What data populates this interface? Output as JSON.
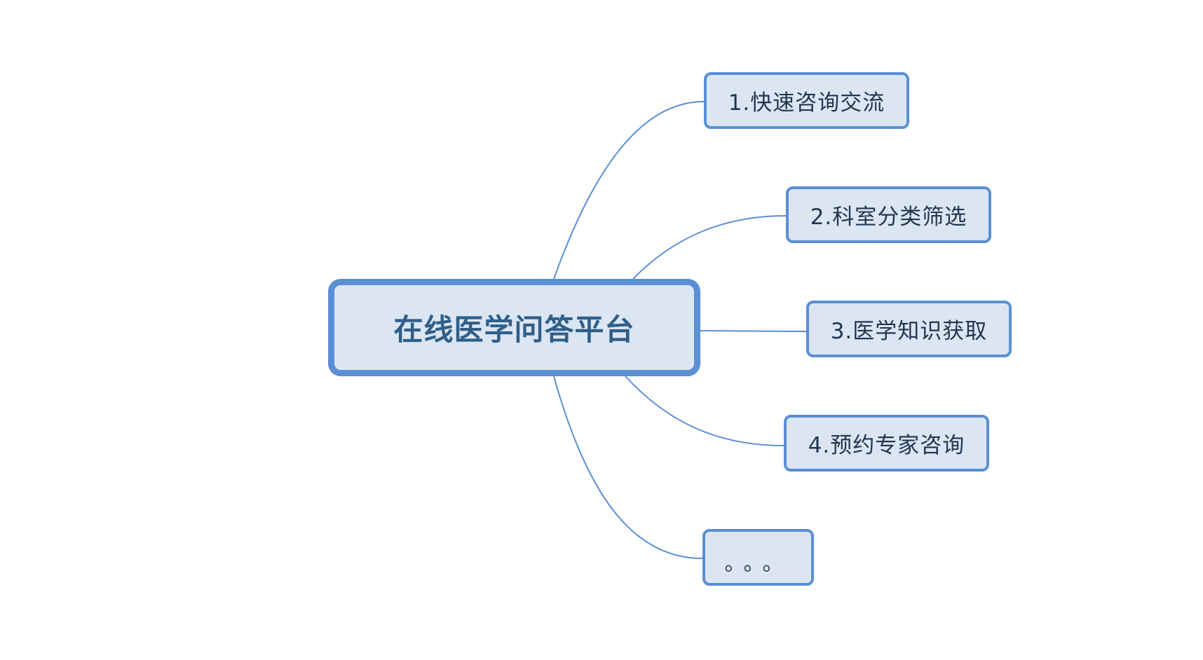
{
  "colors": {
    "accent": "#5b8fd4",
    "node_fill": "#dce6f3",
    "central_text": "#2f5f8a",
    "branch_text": "#22364f"
  },
  "central_node": {
    "label": "在线医学问答平台"
  },
  "branches": [
    {
      "label": "1.快速咨询交流"
    },
    {
      "label": "2.科室分类筛选"
    },
    {
      "label": "3.医学知识获取"
    },
    {
      "label": "4.预约专家咨询"
    },
    {
      "label": "。。。"
    }
  ]
}
